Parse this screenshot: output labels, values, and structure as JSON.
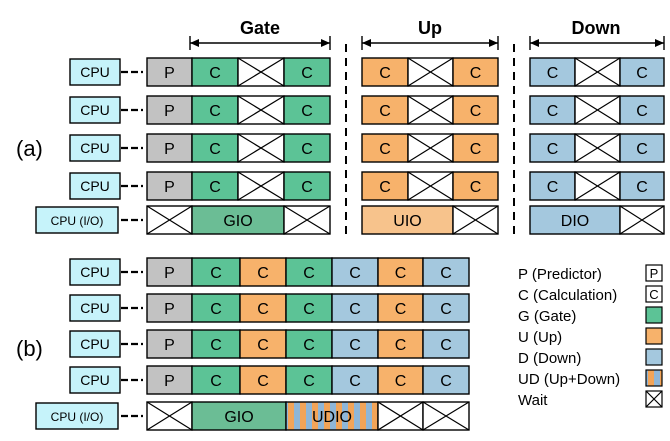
{
  "headers": {
    "gate": "Gate",
    "up": "Up",
    "down": "Down"
  },
  "panel_labels": {
    "a": "(a)",
    "b": "(b)"
  },
  "cpu_label": "CPU",
  "cpu_io_label": "CPU (I/O)",
  "cell_labels": {
    "predictor": "P",
    "calculation": "C",
    "gate_io": "GIO",
    "up_io": "UIO",
    "down_io": "DIO",
    "updown_io": "UDIO"
  },
  "legend": [
    {
      "label": "P (Predictor)",
      "swatch": "P"
    },
    {
      "label": "C (Calculation)",
      "swatch": "C"
    },
    {
      "label": "G (Gate)",
      "swatch": "gate"
    },
    {
      "label": "U (Up)",
      "swatch": "up"
    },
    {
      "label": "D (Down)",
      "swatch": "down"
    },
    {
      "label": "UD (Up+Down)",
      "swatch": "updown"
    },
    {
      "label": "Wait",
      "swatch": "wait"
    }
  ],
  "colors": {
    "cpu": "#c6f3fa",
    "predictor": "#c2c2c2",
    "gate": "#5cc396",
    "up": "#f7b26b",
    "down": "#a4c8de",
    "gate_io": "#6bbd95",
    "up_io": "#f7c38c",
    "down_io": "#a4c8de",
    "updown_stripe_a": "#f2a458",
    "updown_stripe_b": "#8eb6d8"
  }
}
